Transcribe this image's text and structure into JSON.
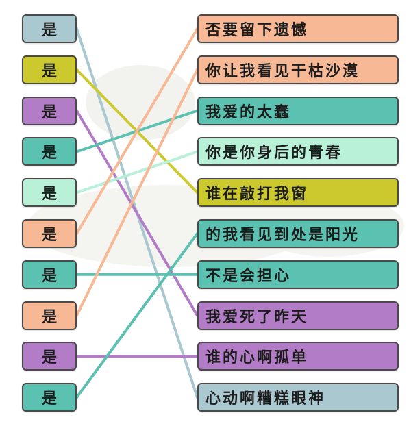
{
  "colors": {
    "blue_gray": "#a9c8cf",
    "olive": "#ccc92f",
    "purple": "#b27dc6",
    "teal": "#5bc1b0",
    "mint": "#b8f0d8",
    "peach": "#f7b995",
    "background": "#ffffff"
  },
  "left_tiles": [
    {
      "label": "是",
      "color": "blue_gray",
      "connects_to": 9
    },
    {
      "label": "是",
      "color": "olive",
      "connects_to": 4
    },
    {
      "label": "是",
      "color": "purple",
      "connects_to": 7
    },
    {
      "label": "是",
      "color": "teal",
      "connects_to": 2
    },
    {
      "label": "是",
      "color": "mint",
      "connects_to": 3
    },
    {
      "label": "是",
      "color": "peach",
      "connects_to": 0
    },
    {
      "label": "是",
      "color": "teal",
      "connects_to": 6
    },
    {
      "label": "是",
      "color": "peach",
      "connects_to": 1
    },
    {
      "label": "是",
      "color": "purple",
      "connects_to": 8
    },
    {
      "label": "是",
      "color": "teal",
      "connects_to": 5
    }
  ],
  "right_tiles": [
    {
      "label": "否要留下遗憾",
      "color": "peach"
    },
    {
      "label": "你让我看见干枯沙漠",
      "color": "peach"
    },
    {
      "label": "我爱的太蠢",
      "color": "teal"
    },
    {
      "label": "你是你身后的青春",
      "color": "mint"
    },
    {
      "label": "谁在敲打我窗",
      "color": "olive"
    },
    {
      "label": "的我看见到处是阳光",
      "color": "teal"
    },
    {
      "label": "不是会担心",
      "color": "teal"
    },
    {
      "label": "我爱死了昨天",
      "color": "purple"
    },
    {
      "label": "谁的心啊孤单",
      "color": "purple"
    },
    {
      "label": "心动啊糟糕眼神",
      "color": "blue_gray"
    }
  ]
}
